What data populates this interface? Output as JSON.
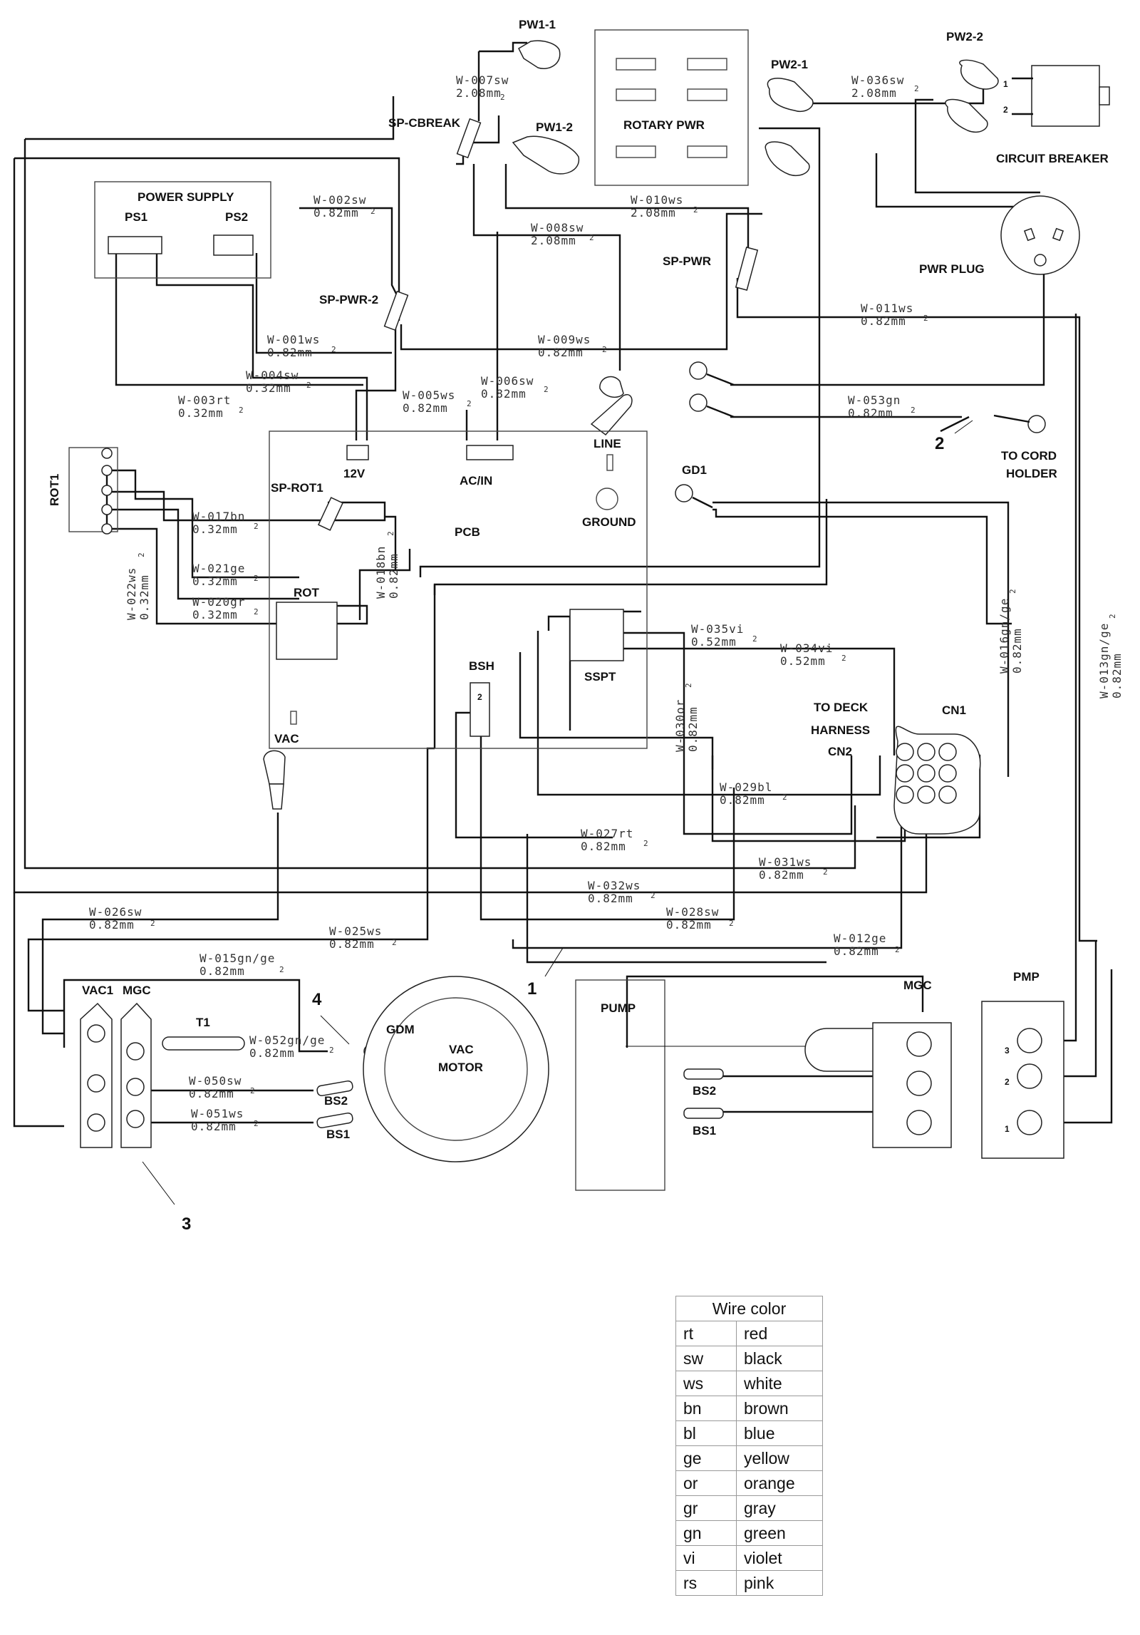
{
  "components": {
    "pw1_1": "PW1-1",
    "pw1_2": "PW1-2",
    "rotary_pwr": "ROTARY PWR",
    "pw2_1": "PW2-1",
    "pw2_2": "PW2-2",
    "circuit_breaker": "CIRCUIT BREAKER",
    "sp_cbreak": "SP-CBREAK",
    "power_supply": "POWER SUPPLY",
    "ps1": "PS1",
    "ps2": "PS2",
    "sp_pwr": "SP-PWR",
    "pwr_plug": "PWR PLUG",
    "sp_pwr_2": "SP-PWR-2",
    "line": "LINE",
    "ground": "GROUND",
    "gd1": "GD1",
    "to_cord_holder": [
      "TO CORD",
      "HOLDER"
    ],
    "rot1": "ROT1",
    "v12": "12V",
    "ac_in": "AC/IN",
    "sp_rot1": "SP-ROT1",
    "pcb": "PCB",
    "rot": "ROT",
    "sspt": "SSPT",
    "bsh": "BSH",
    "vac": "VAC",
    "to_deck_harness": [
      "TO DECK",
      "HARNESS",
      "CN2"
    ],
    "cn1": "CN1",
    "vac1": "VAC1",
    "mgc": "MGC",
    "t1": "T1",
    "gdm": "GDM",
    "vac_motor": [
      "VAC",
      "MOTOR"
    ],
    "bs2": "BS2",
    "bs1": "BS1",
    "pump": "PUMP",
    "mgc_right": "MGC",
    "pmp": "PMP",
    "pin_1": "1",
    "pin_2": "2",
    "pin_3": "3"
  },
  "callouts": [
    "1",
    "2",
    "3",
    "4"
  ],
  "wires": [
    {
      "id": "W-007sw",
      "size": "2.08mm"
    },
    {
      "id": "W-036sw",
      "size": "2.08mm"
    },
    {
      "id": "W-002sw",
      "size": "0.82mm"
    },
    {
      "id": "W-010ws",
      "size": "2.08mm"
    },
    {
      "id": "W-008sw",
      "size": "2.08mm"
    },
    {
      "id": "W-011ws",
      "size": "0.82mm"
    },
    {
      "id": "W-001ws",
      "size": "0.82mm"
    },
    {
      "id": "W-009ws",
      "size": "0.82mm"
    },
    {
      "id": "W-004sw",
      "size": "0.32mm"
    },
    {
      "id": "W-006sw",
      "size": "0.82mm"
    },
    {
      "id": "W-003rt",
      "size": "0.32mm"
    },
    {
      "id": "W-005ws",
      "size": "0.82mm"
    },
    {
      "id": "W-053gn",
      "size": "0.82mm"
    },
    {
      "id": "W-017bn",
      "size": "0.32mm"
    },
    {
      "id": "W-021ge",
      "size": "0.32mm"
    },
    {
      "id": "W-020gr",
      "size": "0.32mm"
    },
    {
      "id": "W-018bn",
      "size": "0.82mm"
    },
    {
      "id": "W-022ws",
      "size": "0.32mm"
    },
    {
      "id": "W-035vi",
      "size": "0.52mm"
    },
    {
      "id": "W-034vi",
      "size": "0.52mm"
    },
    {
      "id": "W-016gn/ge",
      "size": "0.82mm"
    },
    {
      "id": "W-013gn/ge",
      "size": "0.82mm"
    },
    {
      "id": "W-030or",
      "size": "0.82mm"
    },
    {
      "id": "W-029bl",
      "size": "0.82mm"
    },
    {
      "id": "W-027rt",
      "size": "0.82mm"
    },
    {
      "id": "W-031ws",
      "size": "0.82mm"
    },
    {
      "id": "W-032ws",
      "size": "0.82mm"
    },
    {
      "id": "W-026sw",
      "size": "0.82mm"
    },
    {
      "id": "W-028sw",
      "size": "0.82mm"
    },
    {
      "id": "W-025ws",
      "size": "0.82mm"
    },
    {
      "id": "W-012ge",
      "size": "0.82mm"
    },
    {
      "id": "W-015gn/ge",
      "size": "0.82mm"
    },
    {
      "id": "W-052gn/ge",
      "size": "0.82mm"
    },
    {
      "id": "W-050sw",
      "size": "0.82mm"
    },
    {
      "id": "W-051ws",
      "size": "0.82mm"
    }
  ],
  "wire_unit_superscript": "2",
  "legend": {
    "title": "Wire color",
    "rows": [
      {
        "code": "rt",
        "name": "red"
      },
      {
        "code": "sw",
        "name": "black"
      },
      {
        "code": "ws",
        "name": "white"
      },
      {
        "code": "bn",
        "name": "brown"
      },
      {
        "code": "bl",
        "name": "blue"
      },
      {
        "code": "ge",
        "name": "yellow"
      },
      {
        "code": "or",
        "name": "orange"
      },
      {
        "code": "gr",
        "name": "gray"
      },
      {
        "code": "gn",
        "name": "green"
      },
      {
        "code": "vi",
        "name": "violet"
      },
      {
        "code": "rs",
        "name": "pink"
      }
    ]
  }
}
